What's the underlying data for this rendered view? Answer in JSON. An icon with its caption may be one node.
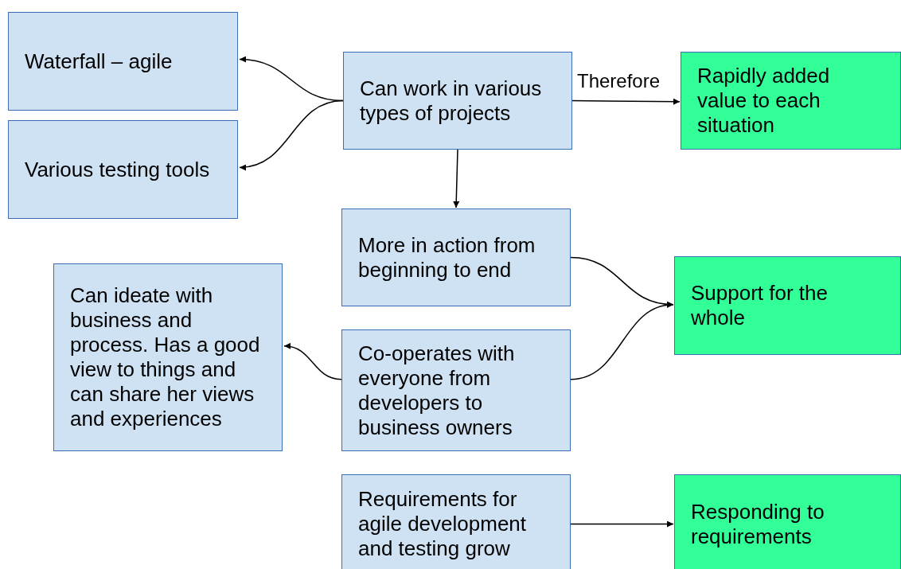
{
  "diagram": {
    "nodes": [
      {
        "text": [
          "Waterfall – agile"
        ]
      },
      {
        "text": [
          "Various testing tools"
        ]
      },
      {
        "text": [
          "Can work in various types of projects"
        ]
      },
      {
        "text": [
          "Rapidly added value to each situation"
        ]
      },
      {
        "text": [
          "More in action from beginning to end"
        ]
      },
      {
        "text": [
          "Support for the whole"
        ]
      },
      {
        "text": [
          "Can ideate with business and process. Has a good view to things and can share her views and experiences"
        ]
      },
      {
        "text": [
          "Co-operates with everyone from developers to business owners"
        ]
      },
      {
        "text": [
          "Requirements for agile development and testing grow"
        ]
      },
      {
        "text": [
          "Responding to requirements"
        ]
      }
    ],
    "edges": [
      {
        "from": 2,
        "to": 0,
        "arrow": "to"
      },
      {
        "from": 2,
        "to": 1,
        "arrow": "to"
      },
      {
        "from": 2,
        "to": 3,
        "arrow": "to",
        "label": "Therefore"
      },
      {
        "from": 2,
        "to": 4,
        "arrow": "to"
      },
      {
        "from": 4,
        "to": 5,
        "arrow": "to"
      },
      {
        "from": 7,
        "to": 5,
        "arrow": "to"
      },
      {
        "from": 7,
        "to": 6,
        "arrow": "to"
      },
      {
        "from": 8,
        "to": 9,
        "arrow": "to"
      }
    ]
  }
}
